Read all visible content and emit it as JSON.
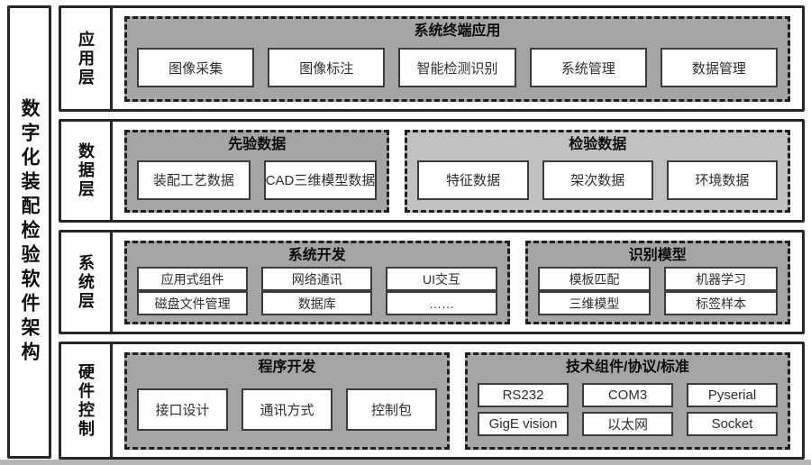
{
  "diagram_title": "数字化装配检验软件架构",
  "colors": {
    "group_dark": "#a5a5a5",
    "group_light": "#c1c1c1",
    "line": "#262626",
    "bottom_band": "#b5b5b5"
  },
  "layers": [
    {
      "label": "应用层",
      "groups": [
        {
          "title": "系统终端应用",
          "tone": "dark",
          "rows": [
            [
              "图像采集",
              "图像标注",
              "智能检测识别",
              "系统管理",
              "数据管理"
            ]
          ]
        }
      ]
    },
    {
      "label": "数据层",
      "groups": [
        {
          "title": "先验数据",
          "tone": "dark",
          "rows": [
            [
              "装配工艺数据",
              "CAD三维模型数据"
            ]
          ]
        },
        {
          "title": "检验数据",
          "tone": "light",
          "rows": [
            [
              "特征数据",
              "架次数据",
              "环境数据"
            ]
          ]
        }
      ]
    },
    {
      "label": "系统层",
      "groups": [
        {
          "title": "系统开发",
          "tone": "dark",
          "rows": [
            [
              "应用式组件",
              "网络通讯",
              "UI交互"
            ],
            [
              "磁盘文件管理",
              "数据库",
              "……"
            ]
          ]
        },
        {
          "title": "识别模型",
          "tone": "dark",
          "rows": [
            [
              "模板匹配",
              "机器学习"
            ],
            [
              "三维模型",
              "标签样本"
            ]
          ]
        }
      ]
    },
    {
      "label": "硬件控制",
      "groups": [
        {
          "title": "程序开发",
          "tone": "dark",
          "rows": [
            [
              "接口设计",
              "通讯方式",
              "控制包"
            ]
          ]
        },
        {
          "title": "技术组件/协议/标准",
          "tone": "dark",
          "rows": [
            [
              "RS232",
              "COM3",
              "Pyserial"
            ],
            [
              "GigE vision",
              "以太网",
              "Socket"
            ]
          ]
        }
      ]
    }
  ]
}
